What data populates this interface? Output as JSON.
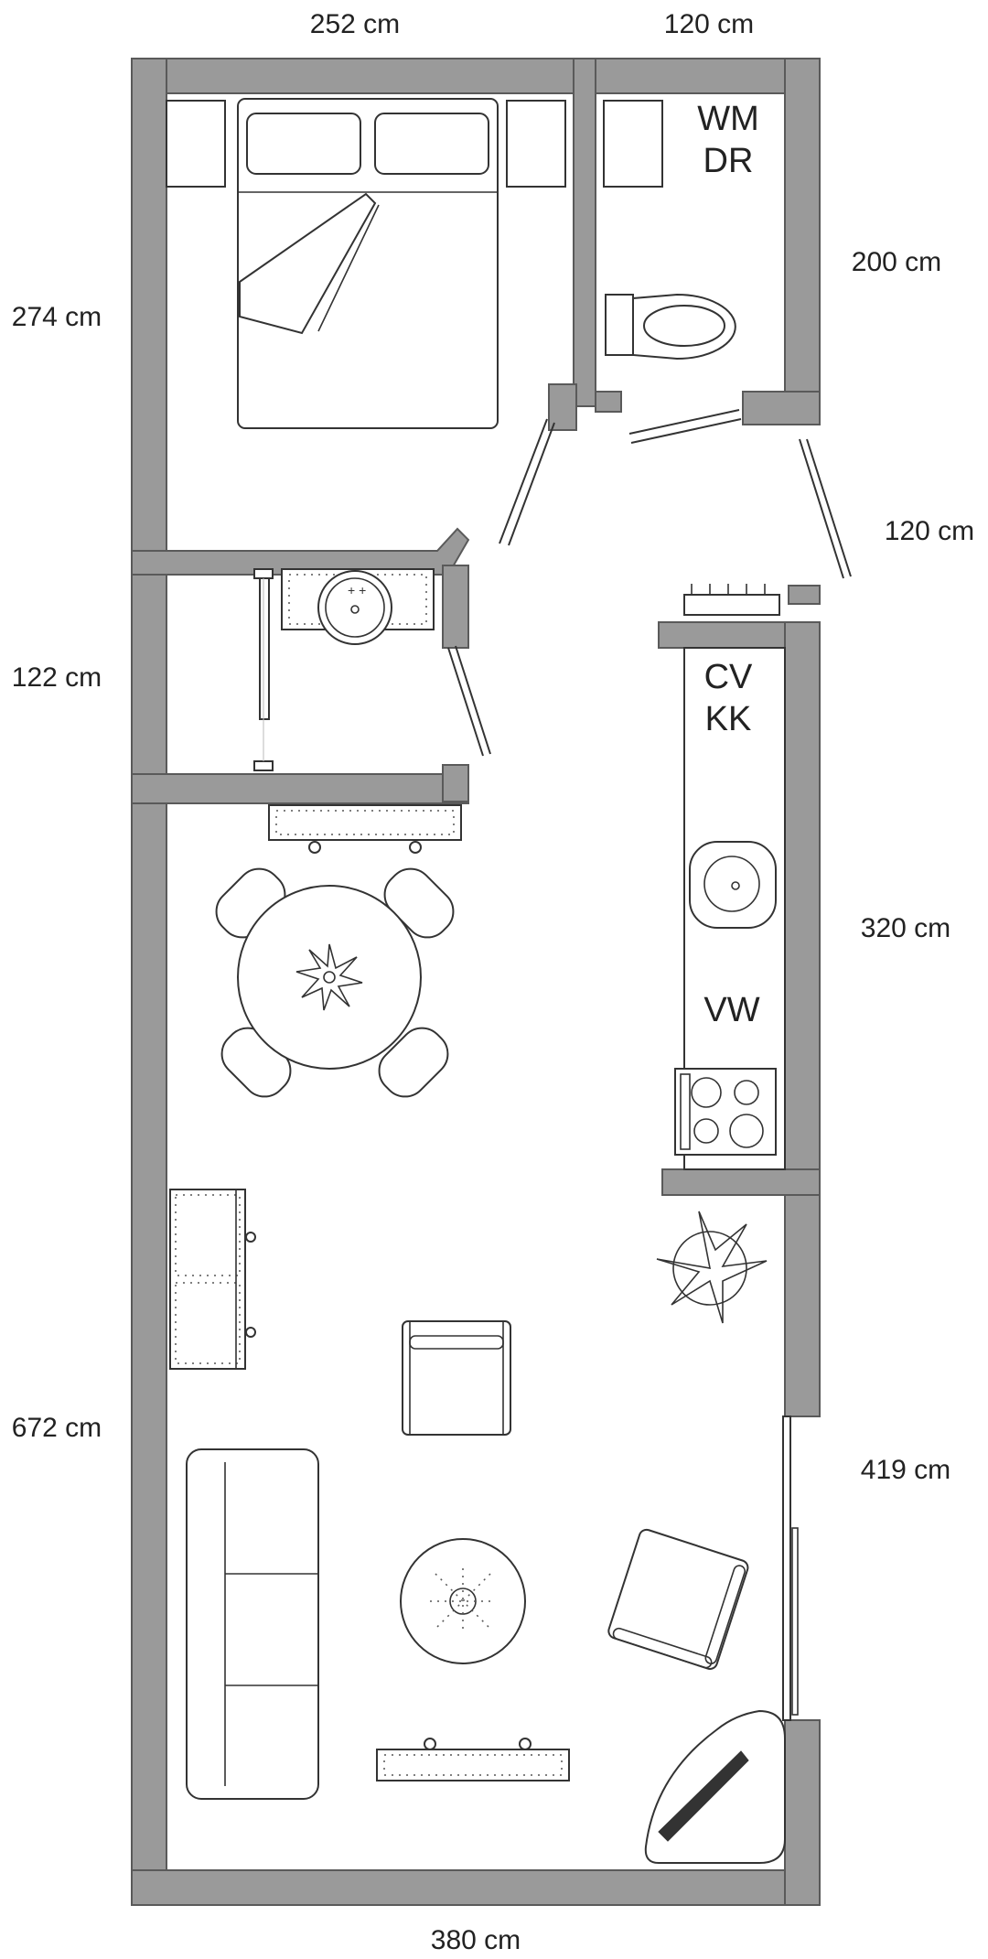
{
  "dimensions": {
    "top_bedroom_width": "252 cm",
    "top_bath_width": "120 cm",
    "bedroom_height": "274 cm",
    "bath_height": "200 cm",
    "hall_width": "120 cm",
    "washroom_height": "122 cm",
    "kitchen_length": "320 cm",
    "living_height": "672 cm",
    "window_width": "419 cm",
    "bottom_width": "380 cm"
  },
  "labels": {
    "washer": "WM",
    "dryer": "DR",
    "boiler": "CV",
    "cabinet": "KK",
    "fridge": "VW"
  },
  "colors": {
    "wall": "#9a9a9a",
    "line": "#333333"
  }
}
